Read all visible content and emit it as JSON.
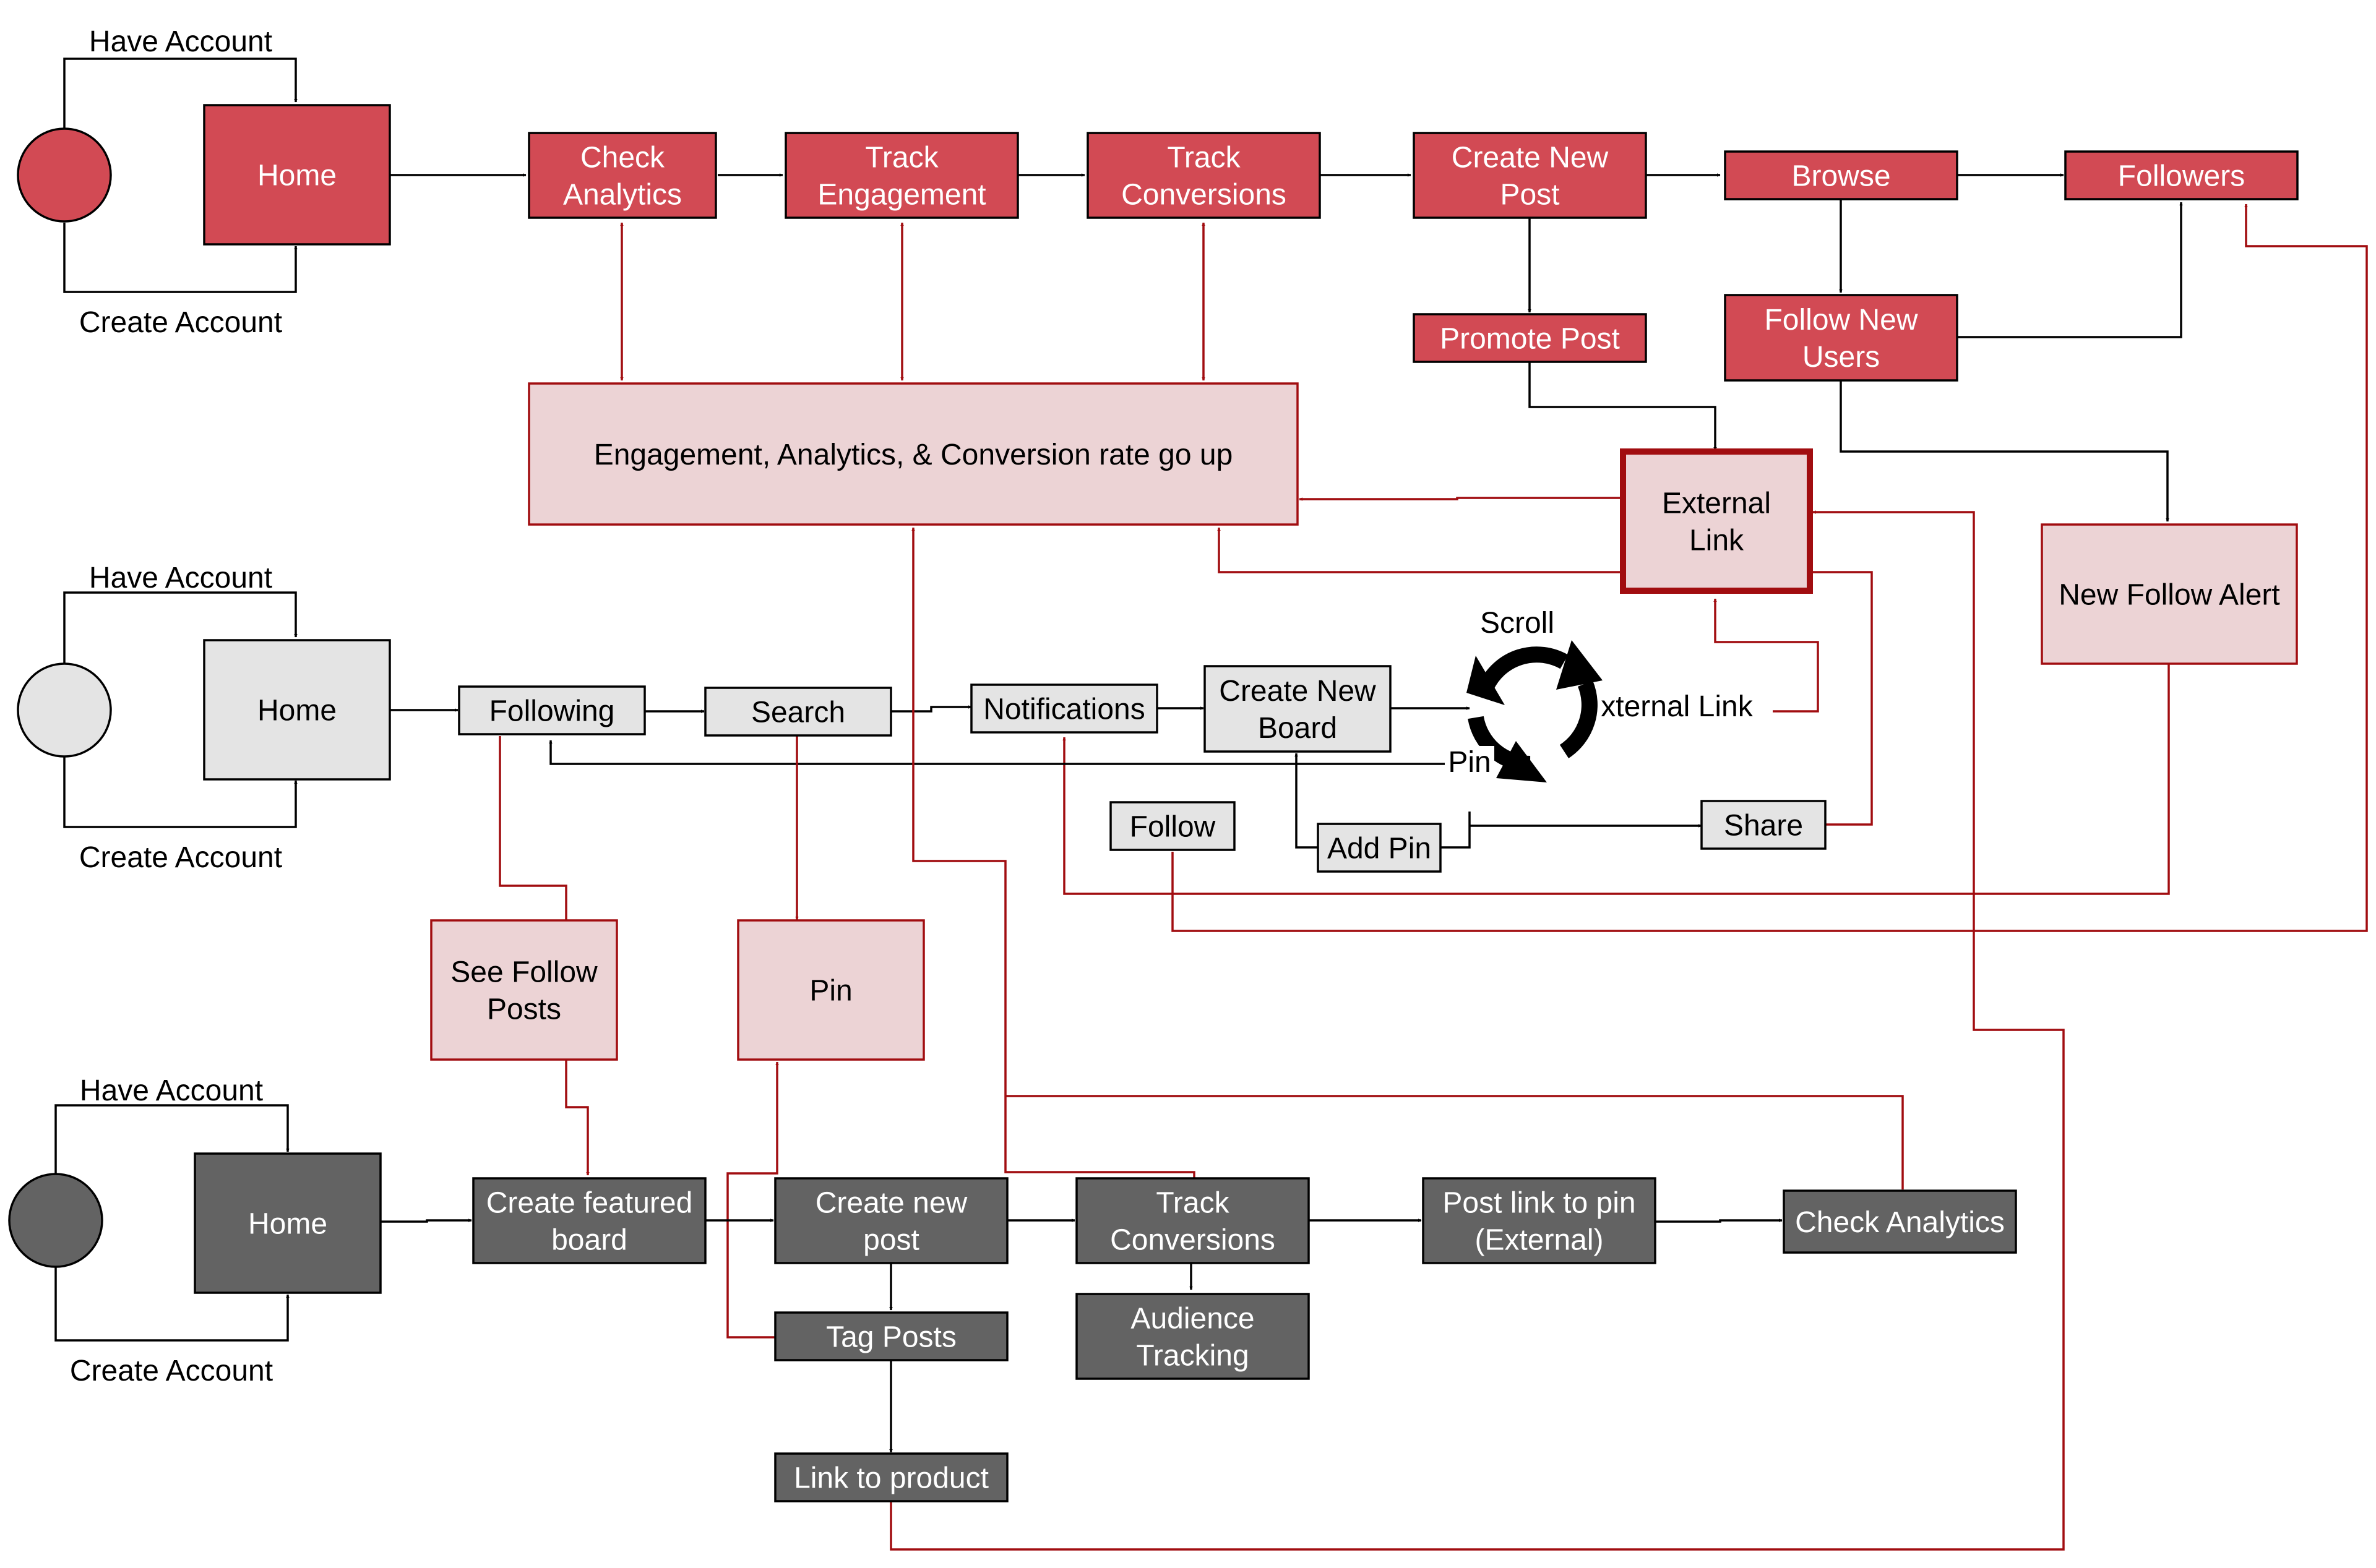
{
  "colors": {
    "red_fill": "#d24a54",
    "red_light_fill": "#ecd3d5",
    "red_line": "#a10d10",
    "gray_light_fill": "#e4e4e4",
    "gray_dark_fill": "#636363",
    "black": "#000000"
  },
  "start_labels": {
    "have_account": "Have Account",
    "create_account": "Create Account"
  },
  "row1": {
    "home": "Home",
    "check_analytics": [
      "Check",
      "Analytics"
    ],
    "track_engagement": [
      "Track",
      "Engagement"
    ],
    "track_conversions": [
      "Track",
      "Conversions"
    ],
    "create_new_post": [
      "Create New",
      "Post"
    ],
    "browse": "Browse",
    "followers": "Followers",
    "promote_post": "Promote Post",
    "follow_new_users": [
      "Follow New",
      "Users"
    ]
  },
  "middle": {
    "engagement_box": "Engagement, Analytics, & Conversion rate go up",
    "external_link_box": [
      "External",
      "Link"
    ],
    "new_follow_alert": "New Follow Alert"
  },
  "row2": {
    "home": "Home",
    "following": "Following",
    "search": "Search",
    "notifications": "Notifications",
    "create_new_board": [
      "Create New",
      "Board"
    ],
    "scroll": "Scroll",
    "cycle_external_link": "xternal Link",
    "cycle_pin": "Pin",
    "follow": "Follow",
    "add_pin": "Add Pin",
    "share": "Share",
    "see_follow_posts": [
      "See Follow",
      "Posts"
    ],
    "pin": "Pin"
  },
  "row3": {
    "home": "Home",
    "create_featured_board": [
      "Create featured",
      "board"
    ],
    "create_new_post": [
      "Create new",
      "post"
    ],
    "track_conversions": [
      "Track",
      "Conversions"
    ],
    "post_link_to_pin": [
      "Post link to pin",
      "(External)"
    ],
    "check_analytics": "Check Analytics",
    "tag_posts": "Tag Posts",
    "audience_tracking": [
      "Audience",
      "Tracking"
    ],
    "link_to_product": "Link to product"
  }
}
